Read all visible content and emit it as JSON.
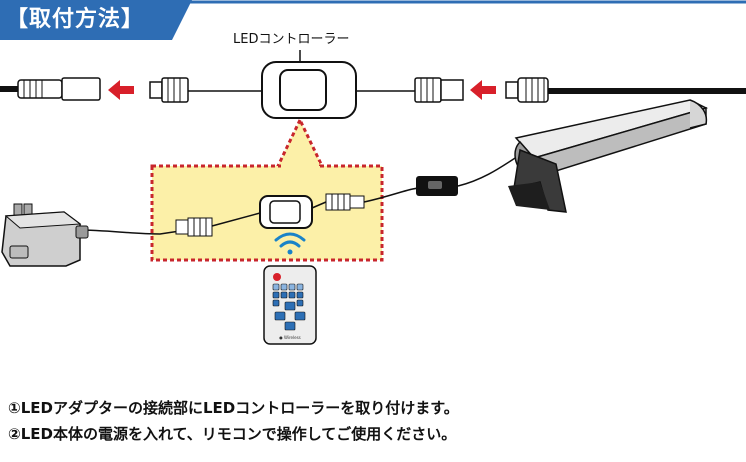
{
  "header": {
    "title": "【取付方法】",
    "accent_color": "#2e6db4"
  },
  "diagram": {
    "controller_label": "LEDコントローラー",
    "arrow_color": "#d8202a",
    "zoom_fill_color": "#fcf0a8",
    "zoom_border_color": "#c8262c",
    "wifi_color": "#1a83c8",
    "remote_power_color": "#d8202a",
    "remote_button_color": "#2d6fb5",
    "remote_brand": "● Wireless"
  },
  "instructions": [
    "①LEDアダプターの接続部にLEDコントローラーを取り付けます。",
    "②LED本体の電源を入れて、リモコンで操作してご使用ください。"
  ]
}
